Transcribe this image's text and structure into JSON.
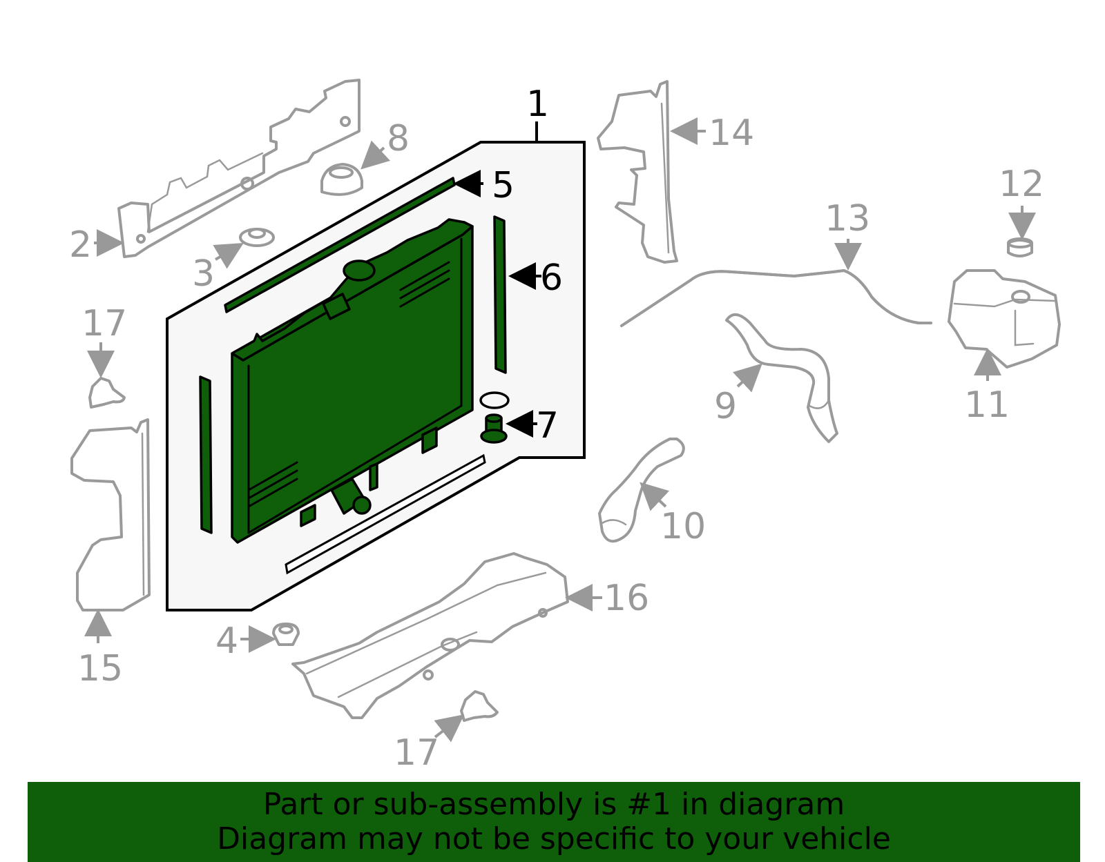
{
  "diagram": {
    "callouts": [
      {
        "id": "1",
        "label": "1"
      },
      {
        "id": "2",
        "label": "2"
      },
      {
        "id": "3",
        "label": "3"
      },
      {
        "id": "4",
        "label": "4"
      },
      {
        "id": "5",
        "label": "5"
      },
      {
        "id": "6",
        "label": "6"
      },
      {
        "id": "7",
        "label": "7"
      },
      {
        "id": "8",
        "label": "8"
      },
      {
        "id": "9",
        "label": "9"
      },
      {
        "id": "10",
        "label": "10"
      },
      {
        "id": "11",
        "label": "11"
      },
      {
        "id": "12",
        "label": "12"
      },
      {
        "id": "13",
        "label": "13"
      },
      {
        "id": "14",
        "label": "14"
      },
      {
        "id": "15",
        "label": "15"
      },
      {
        "id": "16",
        "label": "16"
      },
      {
        "id": "17a",
        "label": "17"
      },
      {
        "id": "17b",
        "label": "17"
      }
    ],
    "highlight_color": "#0f5e0a",
    "other_parts_color": "#999999"
  },
  "banner": {
    "line1": "Part or sub-assembly is #1 in diagram",
    "line2": "Diagram may not be specific to your vehicle",
    "background": "#0f5e0a"
  }
}
